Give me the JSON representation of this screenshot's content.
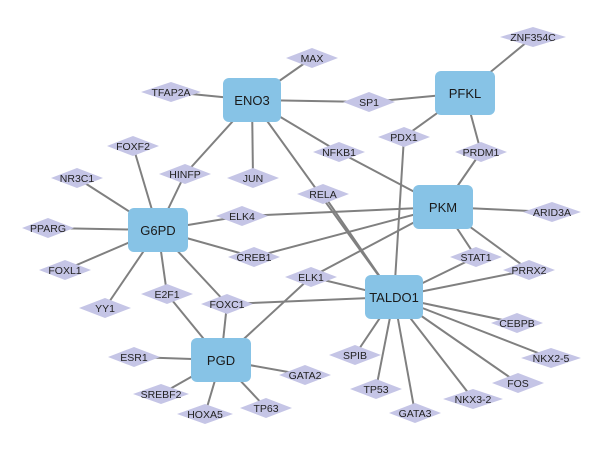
{
  "colors": {
    "hub_fill": "#87c3e6",
    "tf_fill": "#c5c5e6",
    "edge": "#808080",
    "background": "#ffffff"
  },
  "nodes": [
    {
      "id": "ENO3",
      "kind": "hub"
    },
    {
      "id": "PFKL",
      "kind": "hub"
    },
    {
      "id": "PKM",
      "kind": "hub"
    },
    {
      "id": "G6PD",
      "kind": "hub"
    },
    {
      "id": "TALDO1",
      "kind": "hub"
    },
    {
      "id": "PGD",
      "kind": "hub"
    },
    {
      "id": "MAX",
      "kind": "tf"
    },
    {
      "id": "TFAP2A",
      "kind": "tf"
    },
    {
      "id": "SP1",
      "kind": "tf"
    },
    {
      "id": "ZNF354C",
      "kind": "tf"
    },
    {
      "id": "PDX1",
      "kind": "tf"
    },
    {
      "id": "FOXF2",
      "kind": "tf"
    },
    {
      "id": "NFKB1",
      "kind": "tf"
    },
    {
      "id": "PRDM1",
      "kind": "tf"
    },
    {
      "id": "NR3C1",
      "kind": "tf"
    },
    {
      "id": "HINFP",
      "kind": "tf"
    },
    {
      "id": "JUN",
      "kind": "tf"
    },
    {
      "id": "RELA",
      "kind": "tf"
    },
    {
      "id": "ARID3A",
      "kind": "tf"
    },
    {
      "id": "PPARG",
      "kind": "tf"
    },
    {
      "id": "ELK4",
      "kind": "tf"
    },
    {
      "id": "CREB1",
      "kind": "tf"
    },
    {
      "id": "STAT1",
      "kind": "tf"
    },
    {
      "id": "FOXL1",
      "kind": "tf"
    },
    {
      "id": "PRRX2",
      "kind": "tf"
    },
    {
      "id": "ELK1",
      "kind": "tf"
    },
    {
      "id": "E2F1",
      "kind": "tf"
    },
    {
      "id": "YY1",
      "kind": "tf"
    },
    {
      "id": "FOXC1",
      "kind": "tf"
    },
    {
      "id": "CEBPB",
      "kind": "tf"
    },
    {
      "id": "ESR1",
      "kind": "tf"
    },
    {
      "id": "SPIB",
      "kind": "tf"
    },
    {
      "id": "NKX2-5",
      "kind": "tf"
    },
    {
      "id": "GATA2",
      "kind": "tf"
    },
    {
      "id": "SREBF2",
      "kind": "tf"
    },
    {
      "id": "TP53",
      "kind": "tf"
    },
    {
      "id": "NKX3-2",
      "kind": "tf"
    },
    {
      "id": "FOS",
      "kind": "tf"
    },
    {
      "id": "TP63",
      "kind": "tf"
    },
    {
      "id": "HOXA5",
      "kind": "tf"
    },
    {
      "id": "GATA3",
      "kind": "tf"
    }
  ],
  "edges": [
    [
      "ENO3",
      "MAX"
    ],
    [
      "ENO3",
      "TFAP2A"
    ],
    [
      "ENO3",
      "SP1"
    ],
    [
      "ENO3",
      "HINFP"
    ],
    [
      "ENO3",
      "JUN"
    ],
    [
      "ENO3",
      "NFKB1"
    ],
    [
      "ENO3",
      "TALDO1"
    ],
    [
      "PFKL",
      "SP1"
    ],
    [
      "PFKL",
      "ZNF354C"
    ],
    [
      "PFKL",
      "PDX1"
    ],
    [
      "PFKL",
      "PRDM1"
    ],
    [
      "PKM",
      "NFKB1"
    ],
    [
      "PKM",
      "PRDM1"
    ],
    [
      "PKM",
      "ARID3A"
    ],
    [
      "PKM",
      "ELK4"
    ],
    [
      "PKM",
      "CREB1"
    ],
    [
      "PKM",
      "STAT1"
    ],
    [
      "PKM",
      "PRRX2"
    ],
    [
      "PKM",
      "ELK1"
    ],
    [
      "G6PD",
      "FOXF2"
    ],
    [
      "G6PD",
      "NR3C1"
    ],
    [
      "G6PD",
      "HINFP"
    ],
    [
      "G6PD",
      "PPARG"
    ],
    [
      "G6PD",
      "ELK4"
    ],
    [
      "G6PD",
      "CREB1"
    ],
    [
      "G6PD",
      "FOXL1"
    ],
    [
      "G6PD",
      "YY1"
    ],
    [
      "G6PD",
      "E2F1"
    ],
    [
      "G6PD",
      "FOXC1"
    ],
    [
      "TALDO1",
      "PDX1"
    ],
    [
      "TALDO1",
      "RELA"
    ],
    [
      "TALDO1",
      "STAT1"
    ],
    [
      "TALDO1",
      "PRRX2"
    ],
    [
      "TALDO1",
      "ELK1"
    ],
    [
      "TALDO1",
      "FOXC1"
    ],
    [
      "TALDO1",
      "CEBPB"
    ],
    [
      "TALDO1",
      "NKX2-5"
    ],
    [
      "TALDO1",
      "FOS"
    ],
    [
      "TALDO1",
      "NKX3-2"
    ],
    [
      "TALDO1",
      "GATA3"
    ],
    [
      "TALDO1",
      "TP53"
    ],
    [
      "TALDO1",
      "SPIB"
    ],
    [
      "PGD",
      "E2F1"
    ],
    [
      "PGD",
      "FOXC1"
    ],
    [
      "PGD",
      "ELK1"
    ],
    [
      "PGD",
      "ESR1"
    ],
    [
      "PGD",
      "SREBF2"
    ],
    [
      "PGD",
      "HOXA5"
    ],
    [
      "PGD",
      "TP63"
    ],
    [
      "PGD",
      "GATA2"
    ]
  ]
}
